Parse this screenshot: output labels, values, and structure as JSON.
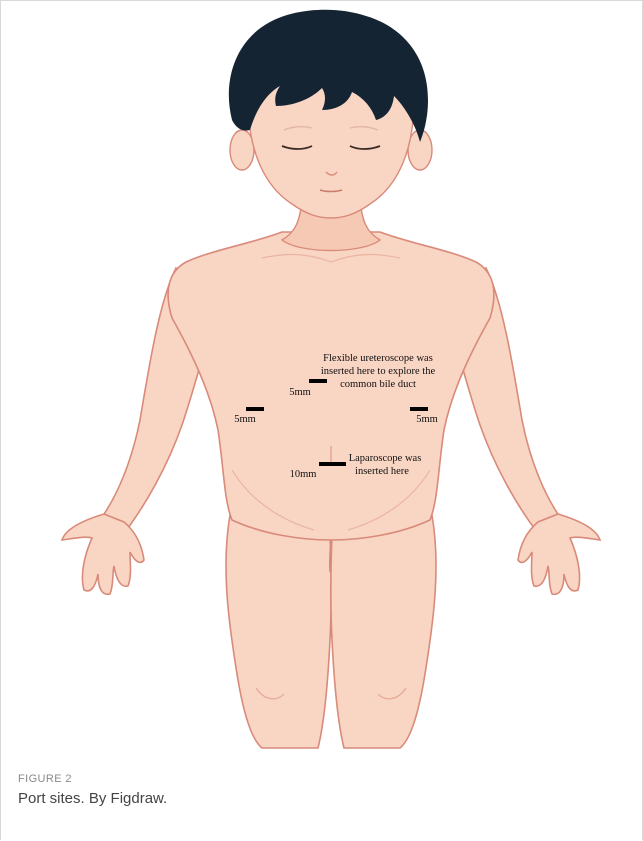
{
  "figure": {
    "label": "FIGURE 2",
    "caption": "Port sites. By Figdraw.",
    "annotations": {
      "flexible_note_line1": "Flexible ureteroscope was",
      "flexible_note_line2": "inserted here to explore the",
      "flexible_note_line3": "common bile duct",
      "port_upper_size": "5mm",
      "port_left_size": "5mm",
      "port_right_size": "5mm",
      "port_umbilical_size": "10mm",
      "laparoscope_note_line1": "Laparoscope was",
      "laparoscope_note_line2": "inserted here"
    }
  },
  "colors": {
    "skin": "#f9d5c3",
    "skin_outline": "#d98a7a",
    "skin_shade": "#f1bfa8",
    "hair": "#152433",
    "port_mark": "#000000"
  }
}
